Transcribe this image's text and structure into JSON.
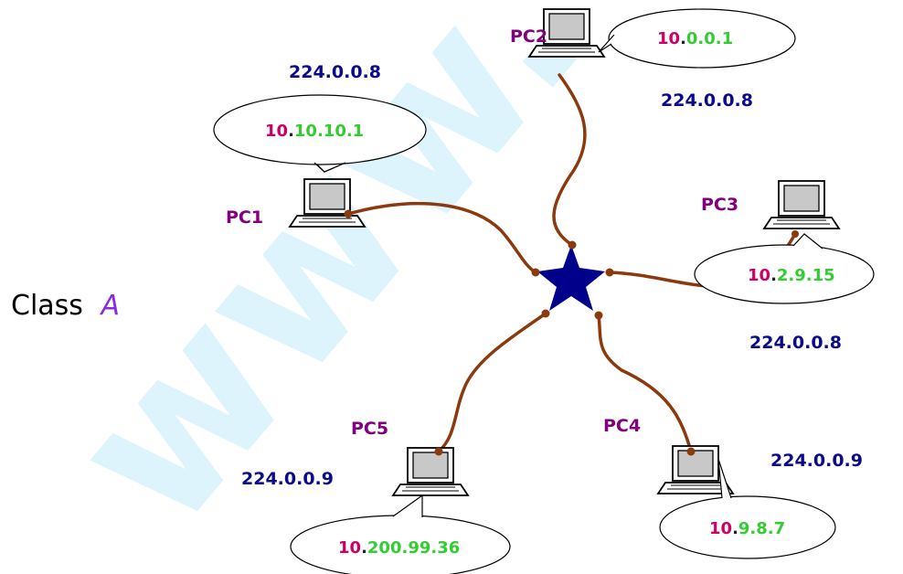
{
  "class_label": {
    "prefix": "Class",
    "letter": "A"
  },
  "colors": {
    "network_part": "#cc0066",
    "host_part": "#33cc33",
    "mask": "#0000ff",
    "pc_label": "#800080",
    "cable": "#8b3a0f",
    "hub_star": "#00008b",
    "watermark": "#00aeef"
  },
  "hub": {
    "icon": "star-hub-icon"
  },
  "nodes": [
    {
      "id": "pc1",
      "label": "PC1",
      "mask": "224.0.0.8",
      "ip_net": "10",
      "ip_host": "10.10.1"
    },
    {
      "id": "pc2",
      "label": "PC2",
      "mask": "224.0.0.8",
      "ip_net": "10",
      "ip_host": "0.0.1"
    },
    {
      "id": "pc3",
      "label": "PC3",
      "mask": "224.0.0.8",
      "ip_net": "10",
      "ip_host": "2.9.15"
    },
    {
      "id": "pc4",
      "label": "PC4",
      "mask": "224.0.0.9",
      "ip_net": "10",
      "ip_host": "9.8.7"
    },
    {
      "id": "pc5",
      "label": "PC5",
      "mask": "224.0.0.9",
      "ip_net": "10",
      "ip_host": "200.99.36"
    }
  ]
}
